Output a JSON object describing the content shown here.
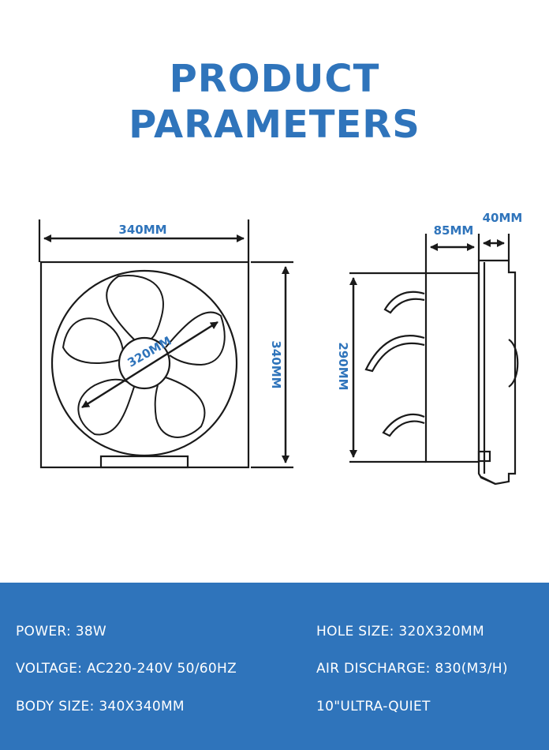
{
  "title": {
    "line1": "PRODUCT",
    "line2": "PARAMETERS"
  },
  "dimensions": {
    "front_width": "340MM",
    "front_height": "340MM",
    "blade_diameter": "320MM",
    "side_height": "290MM",
    "side_depth": "85MM",
    "frame_depth": "40MM"
  },
  "specs": {
    "power": "POWER: 38W",
    "voltage": "VOLTAGE: AC220-240V 50/60HZ",
    "body_size": "BODY SIZE: 340X340MM",
    "hole_size": "HOLE SIZE: 320X320MM",
    "air_discharge": "AIR DISCHARGE: 830(M3/H)",
    "noise": "10\"ULTRA-QUIET"
  },
  "colors": {
    "accent": "#2f74bb",
    "line": "#1a1a1a"
  }
}
